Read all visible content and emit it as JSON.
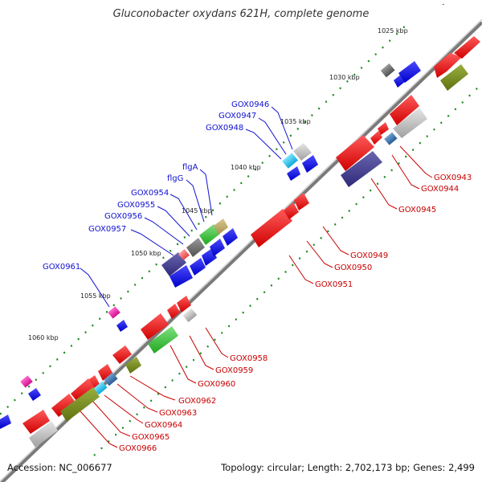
{
  "title": "Gluconobacter oxydans 621H, complete genome",
  "footer": {
    "accession": "Accession: NC_006677",
    "summary": "Topology: circular; Length: 2,702,173 bp; Genes: 2,499"
  },
  "ruler_labels": [
    "1025 kbp",
    "1030 kbp",
    "1035 kbp",
    "1040 kbp",
    "1045 kbp",
    "1050 kbp",
    "1055 kbp",
    "1060 kbp"
  ],
  "upper_labels": [
    "GOX0946",
    "GOX0947",
    "GOX0948",
    "flgA",
    "flgG",
    "GOX0954",
    "GOX0955",
    "GOX0956",
    "GOX0957",
    "GOX0961"
  ],
  "lower_labels": [
    "GOX0943",
    "GOX0944",
    "GOX0945",
    "GOX0949",
    "GOX0950",
    "GOX0951",
    "GOX0958",
    "GOX0959",
    "GOX0960",
    "GOX0962",
    "GOX0963",
    "GOX0964",
    "GOX0965",
    "GOX0966"
  ],
  "colors": {
    "upper_label": "#1010d0",
    "lower_label": "#c80000",
    "backbone": "#808080",
    "tick": "#1a8a1a"
  }
}
